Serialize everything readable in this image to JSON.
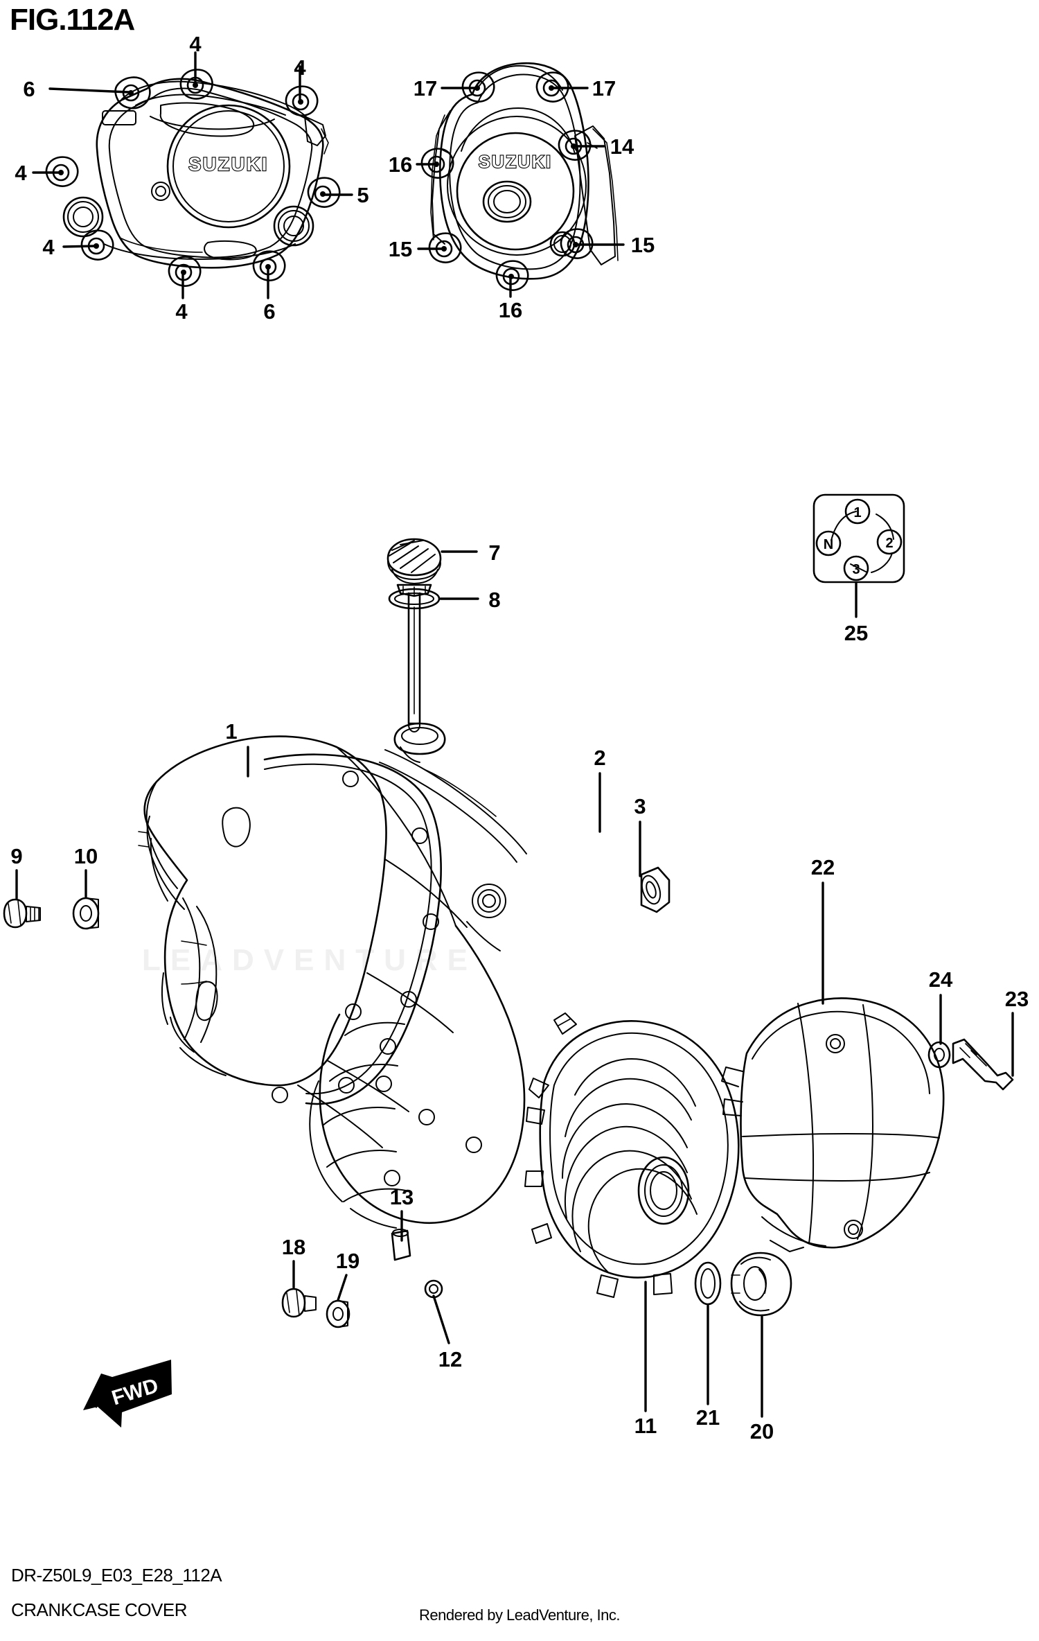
{
  "figure": {
    "title": "FIG.112A",
    "diagram_code": "DR-Z50L9_E03_E28_112A",
    "diagram_name": "CRANKCASE COVER",
    "credit": "Rendered by LeadVenture, Inc.",
    "watermark": "LEADVENTURE",
    "brand_logo": "SUZUKI",
    "orientation_marker": "FWD"
  },
  "callouts": {
    "c1": {
      "label": "1"
    },
    "c2": {
      "label": "2"
    },
    "c3": {
      "label": "3"
    },
    "c4a": {
      "label": "4"
    },
    "c4b": {
      "label": "4"
    },
    "c4c": {
      "label": "4"
    },
    "c4d": {
      "label": "4"
    },
    "c4e": {
      "label": "4"
    },
    "c5": {
      "label": "5"
    },
    "c6a": {
      "label": "6"
    },
    "c6b": {
      "label": "6"
    },
    "c7": {
      "label": "7"
    },
    "c8": {
      "label": "8"
    },
    "c9": {
      "label": "9"
    },
    "c10": {
      "label": "10"
    },
    "c11": {
      "label": "11"
    },
    "c12": {
      "label": "12"
    },
    "c13": {
      "label": "13"
    },
    "c14": {
      "label": "14"
    },
    "c15a": {
      "label": "15"
    },
    "c15b": {
      "label": "15"
    },
    "c16a": {
      "label": "16"
    },
    "c16b": {
      "label": "16"
    },
    "c17a": {
      "label": "17"
    },
    "c17b": {
      "label": "17"
    },
    "c18": {
      "label": "18"
    },
    "c19": {
      "label": "19"
    },
    "c20": {
      "label": "20"
    },
    "c21": {
      "label": "21"
    },
    "c22": {
      "label": "22"
    },
    "c23": {
      "label": "23"
    },
    "c24": {
      "label": "24"
    },
    "c25": {
      "label": "25"
    }
  },
  "shift_pattern": {
    "positions": [
      "1",
      "N",
      "2",
      "3"
    ],
    "neutral": "N",
    "gear1": "1",
    "gear2": "2",
    "gear3": "3"
  }
}
